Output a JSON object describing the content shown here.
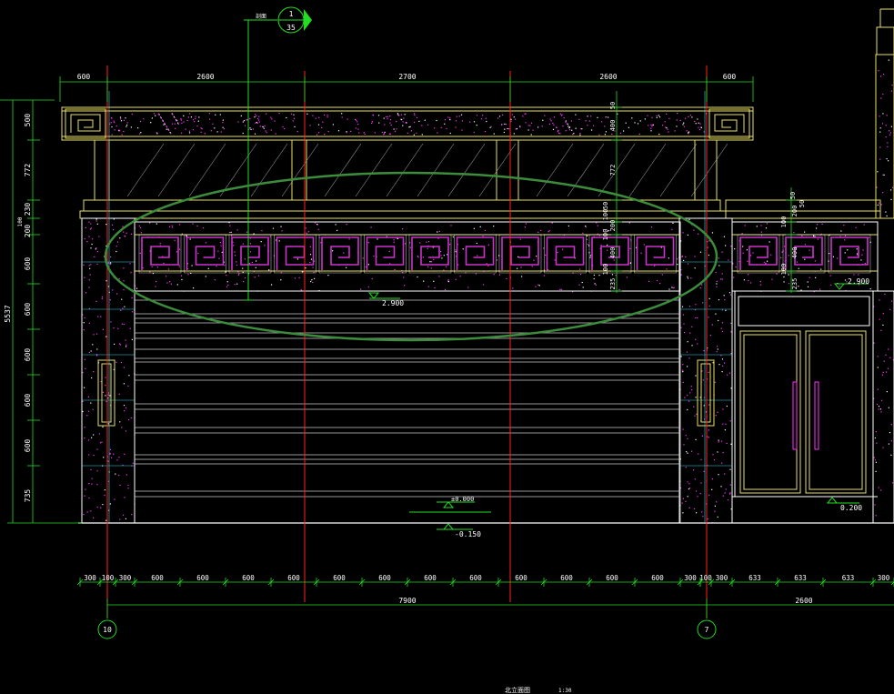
{
  "colors": {
    "background": "#000000",
    "grid_axis": "#ff2020",
    "cyan_line": "#2fd6e6",
    "dim": "#22dd22",
    "wall": "#ffffff",
    "trim": "#e8e060",
    "fret": "#cc33cc",
    "speckle": "#ff33ff",
    "annotation_ellipse": "#3c8c3c"
  },
  "top_dimensions": [
    "600",
    "2600",
    "2700",
    "2600",
    "600"
  ],
  "left_dimensions": [
    "500",
    "772",
    "230",
    "200",
    "600",
    "600",
    "600",
    "600",
    "600",
    "735"
  ],
  "left_extra_labels": [
    "100"
  ],
  "left_total": "5537",
  "mid_dimensions": [
    "50",
    "400",
    "772",
    "50",
    "100",
    "200",
    "100",
    "400",
    "100",
    "235"
  ],
  "right_dimensions": [
    "50",
    "200",
    "50",
    "100",
    "400",
    "100",
    "235"
  ],
  "bottom_dimensions_left": [
    "300",
    "100",
    "300",
    "600",
    "600",
    "600",
    "600",
    "600",
    "600",
    "600",
    "600",
    "600",
    "600",
    "600",
    "600",
    "300"
  ],
  "bottom_dimensions_right": [
    "100",
    "300",
    "633",
    "633",
    "633",
    "300"
  ],
  "bottom_totals": [
    "7900",
    "2600"
  ],
  "elevations": {
    "beam_left": "2.900",
    "beam_right": "2.900",
    "floor": "±0.000",
    "road": "-0.150",
    "door_sill": "0.200"
  },
  "axis_labels": [
    "10",
    "7"
  ],
  "section_marker": {
    "number": "1",
    "sheet": "35",
    "tag": "剖面"
  },
  "drawing_title": "北立面图",
  "drawing_scale": "1:30"
}
